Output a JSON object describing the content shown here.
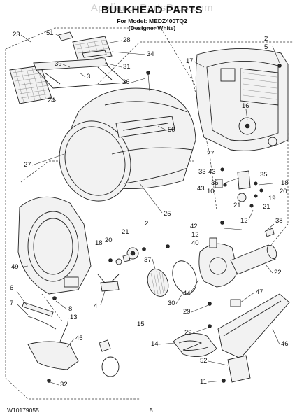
{
  "header": {
    "watermark": "AppliancePartsPros.com",
    "title": "BULKHEAD PARTS",
    "model_line": "For Model: MEDZ400TQ2",
    "variant_line": "(Designer White)"
  },
  "footer": {
    "code": "W10179055",
    "page": "5"
  },
  "callouts": [
    "23",
    "51",
    "28",
    "34",
    "39",
    "31",
    "3",
    "24",
    "26",
    "50",
    "2",
    "5",
    "17",
    "16",
    "27",
    "27",
    "25",
    "33",
    "43",
    "36",
    "10",
    "43",
    "35",
    "18",
    "20",
    "19",
    "21",
    "21",
    "12",
    "42",
    "12",
    "40",
    "38",
    "18",
    "20",
    "21",
    "2",
    "49",
    "37",
    "22",
    "44",
    "30",
    "6",
    "8",
    "47",
    "7",
    "4",
    "29",
    "13",
    "29",
    "45",
    "15",
    "14",
    "46",
    "52",
    "11",
    "32"
  ],
  "colors": {
    "line": "#222222",
    "fill": "#f2f2f2",
    "dark": "#2a2a2a"
  }
}
